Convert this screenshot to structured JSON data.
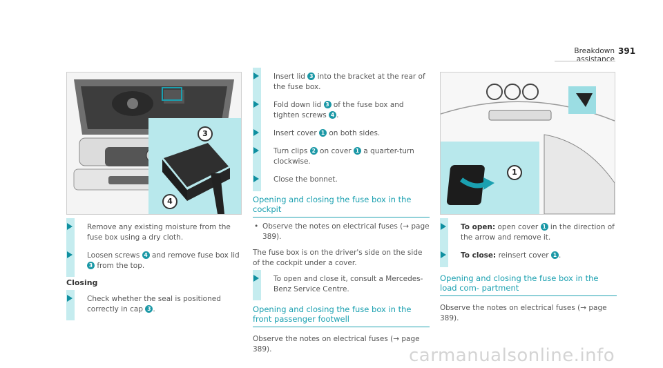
{
  "header": {
    "section": "Breakdown assistance",
    "page": "391"
  },
  "col1": {
    "step1": "Remove any existing moisture from the fuse box using a dry cloth.",
    "step2_a": "Loosen screws ",
    "step2_n1": "4",
    "step2_b": " and remove fuse box lid ",
    "step2_n2": "3",
    "step2_c": " from the top.",
    "closing_head": "Closing",
    "step3_a": "Check whether the seal is positioned correctly in cap ",
    "step3_n": "3",
    "step3_b": "."
  },
  "col2": {
    "s1_a": "Insert lid ",
    "s1_n": "3",
    "s1_b": " into the bracket at the rear of the fuse box.",
    "s2_a": "Fold down lid ",
    "s2_n1": "3",
    "s2_b": " of the fuse box and tighten screws ",
    "s2_n2": "4",
    "s2_c": ".",
    "s3_a": "Insert cover ",
    "s3_n": "1",
    "s3_b": " on both sides.",
    "s4_a": "Turn clips ",
    "s4_n1": "2",
    "s4_b": " on cover ",
    "s4_n2": "1",
    "s4_c": " a quarter-turn clockwise.",
    "s5": "Close the bonnet.",
    "head1": "Opening and closing the fuse box in the cockpit",
    "bullet1": "Observe the notes on electrical fuses (→ page 389).",
    "para1": "The fuse box is on the driver's side on the side of the cockpit under a cover.",
    "s6": "To open and close it, consult a Mercedes-Benz Service Centre.",
    "head2": "Opening and closing the fuse box in the front passenger footwell",
    "para2": "Observe the notes on electrical fuses (→ page 389)."
  },
  "col3": {
    "o_label": "To open:",
    "o_a": " open cover ",
    "o_n": "1",
    "o_b": " in the direction of the arrow and remove it.",
    "c_label": "To close:",
    "c_a": " reinsert cover ",
    "c_n": "1",
    "c_b": ".",
    "head3": "Opening and closing the fuse box in the load com- partment",
    "para3": "Observe the notes on electrical fuses (→ page 389)."
  },
  "figure1": {
    "callouts": [
      "3",
      "4"
    ]
  },
  "figure2": {
    "callouts": [
      "1"
    ]
  },
  "colors": {
    "accent": "#1aa0b0",
    "inset": "#b8e8ec",
    "stepbar": "#c5ecef"
  },
  "footer": {
    "watermark": "carmanualsonline.info"
  }
}
